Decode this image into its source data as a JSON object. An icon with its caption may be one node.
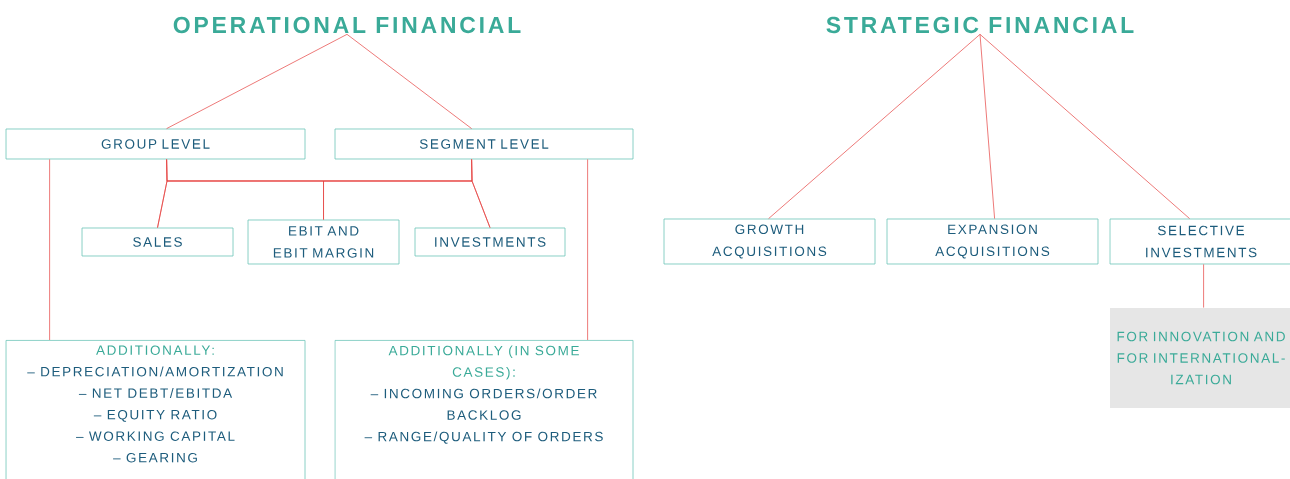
{
  "diagram": {
    "nodes": [
      {
        "text": [
          "OPERATIONAL FINANCIAL"
        ]
      },
      {
        "text": [
          "GROUP LEVEL"
        ]
      },
      {
        "text": [
          "SEGMENT LEVEL"
        ]
      },
      {
        "text": [
          "SALES"
        ]
      },
      {
        "text": [
          "EBIT AND EBIT MARGIN"
        ]
      },
      {
        "text": [
          "INVESTMENTS"
        ]
      },
      {
        "text": [
          "ADDITIONALLY:",
          "– DEPRECIATION/AMORTIZATION",
          "– NET DEBT/EBITDA",
          "– EQUITY RATIO",
          "– WORKING CAPITAL",
          "– GEARING"
        ]
      },
      {
        "text": [
          "ADDITIONALLY (IN SOME CASES):",
          "– INCOMING ORDERS/ORDER BACKLOG",
          "– RANGE/QUALITY OF ORDERS"
        ]
      },
      {
        "text": [
          "STRATEGIC FINANCIAL"
        ]
      },
      {
        "text": [
          "GROWTH ACQUISITIONS"
        ]
      },
      {
        "text": [
          "EXPANSION ACQUISITIONS"
        ]
      },
      {
        "text": [
          "SELECTIVE INVESTMENTS"
        ]
      },
      {
        "text": [
          "FOR INNOVATION AND FOR INTERNATIONAL-IZATION"
        ]
      }
    ],
    "edges": [
      {
        "from": 0,
        "to": 1,
        "arrow": "none"
      },
      {
        "from": 0,
        "to": 2,
        "arrow": "none"
      },
      {
        "from": 1,
        "to": 3,
        "arrow": "none"
      },
      {
        "from": 1,
        "to": 4,
        "arrow": "none"
      },
      {
        "from": 1,
        "to": 5,
        "arrow": "none"
      },
      {
        "from": 2,
        "to": 3,
        "arrow": "none"
      },
      {
        "from": 2,
        "to": 4,
        "arrow": "none"
      },
      {
        "from": 2,
        "to": 5,
        "arrow": "none"
      },
      {
        "from": 1,
        "to": 6,
        "arrow": "none"
      },
      {
        "from": 2,
        "to": 7,
        "arrow": "none"
      },
      {
        "from": 8,
        "to": 9,
        "arrow": "none"
      },
      {
        "from": 8,
        "to": 10,
        "arrow": "none"
      },
      {
        "from": 8,
        "to": 11,
        "arrow": "none"
      },
      {
        "from": 11,
        "to": 12,
        "arrow": "none"
      }
    ]
  }
}
